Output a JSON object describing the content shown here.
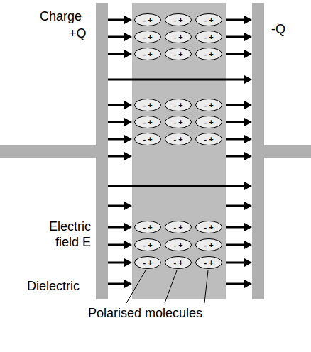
{
  "diagram": {
    "nodes": [
      {
        "text": [
          "- +"
        ]
      },
      {
        "text": [
          "- +"
        ]
      },
      {
        "text": [
          "- +"
        ]
      },
      {
        "text": [
          "- +"
        ]
      },
      {
        "text": [
          "- +"
        ]
      },
      {
        "text": [
          "- +"
        ]
      },
      {
        "text": [
          "- +"
        ]
      },
      {
        "text": [
          "- +"
        ]
      },
      {
        "text": [
          "- +"
        ]
      },
      {
        "text": [
          "- +"
        ]
      },
      {
        "text": [
          "- +"
        ]
      },
      {
        "text": [
          "- +"
        ]
      },
      {
        "text": [
          "- +"
        ]
      },
      {
        "text": [
          "- +"
        ]
      },
      {
        "text": [
          "- +"
        ]
      },
      {
        "text": [
          "- +"
        ]
      },
      {
        "text": [
          "- +"
        ]
      },
      {
        "text": [
          "- +"
        ]
      },
      {
        "text": [
          "- +"
        ]
      },
      {
        "text": [
          "- +"
        ]
      },
      {
        "text": [
          "- +"
        ]
      },
      {
        "text": [
          "- +"
        ]
      },
      {
        "text": [
          "- +"
        ]
      },
      {
        "text": [
          "- +"
        ]
      },
      {
        "text": [
          "- +"
        ]
      },
      {
        "text": [
          "- +"
        ]
      },
      {
        "text": [
          "- +"
        ]
      }
    ],
    "labels": [
      "Charge",
      "+Q",
      "-Q",
      "Electric field E",
      "Dielectric",
      "Polarised molecules"
    ]
  }
}
